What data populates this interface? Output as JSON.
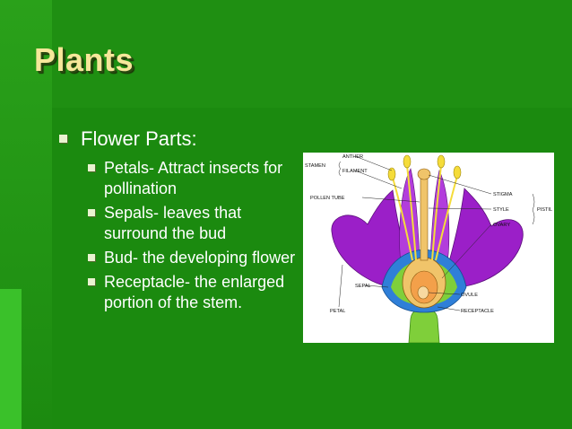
{
  "slide": {
    "title": "Plants",
    "heading": "Flower Parts:",
    "items": [
      {
        "text": "Petals- Attract insects for pollination"
      },
      {
        "text": "Sepals- leaves that surround the bud"
      },
      {
        "text": "Bud- the developing flower"
      },
      {
        "text": "Receptacle- the enlarged portion of the stem."
      }
    ]
  },
  "diagram": {
    "labels": {
      "stamen": "STAMEN",
      "anther": "ANTHER",
      "filament": "FILAMENT",
      "pollen_tube": "POLLEN TUBE",
      "stigma": "STIGMA",
      "style": "STYLE",
      "pistil": "PISTIL",
      "ovary": "OVARY",
      "sepal": "SEPAL",
      "petal": "PETAL",
      "ovule": "OVULE",
      "receptacle": "RECEPTACLE"
    }
  },
  "colors": {
    "background": "#1f8f12",
    "title": "#f6e79a",
    "text": "#ffffff",
    "petal": "#9b1fc8",
    "sepal": "#2f7fd8",
    "stem": "#7fcf3a"
  }
}
